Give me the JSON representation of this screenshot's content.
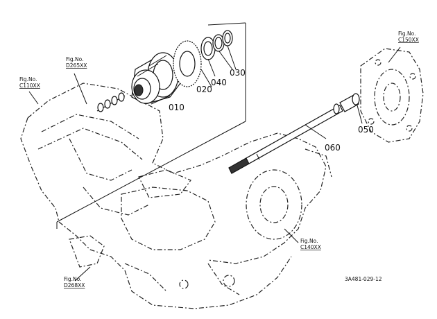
{
  "part_labels": {
    "p010": "010",
    "p020": "020",
    "p030": "030",
    "p040": "040",
    "p050": "050",
    "p060": "060"
  },
  "fig_refs": {
    "d265": {
      "caption": "Fig.No.",
      "code": "D265XX"
    },
    "c110": {
      "caption": "Fig.No.",
      "code": "C110XX"
    },
    "c150": {
      "caption": "Fig.No.",
      "code": "C150XX"
    },
    "c140": {
      "caption": "Fig.No.",
      "code": "C140XX"
    },
    "d268": {
      "caption": "Fig.No.",
      "code": "D268XX"
    }
  },
  "drawing_code": "3A481-029-12",
  "colors": {
    "ink": "#111111",
    "background": "#ffffff"
  }
}
